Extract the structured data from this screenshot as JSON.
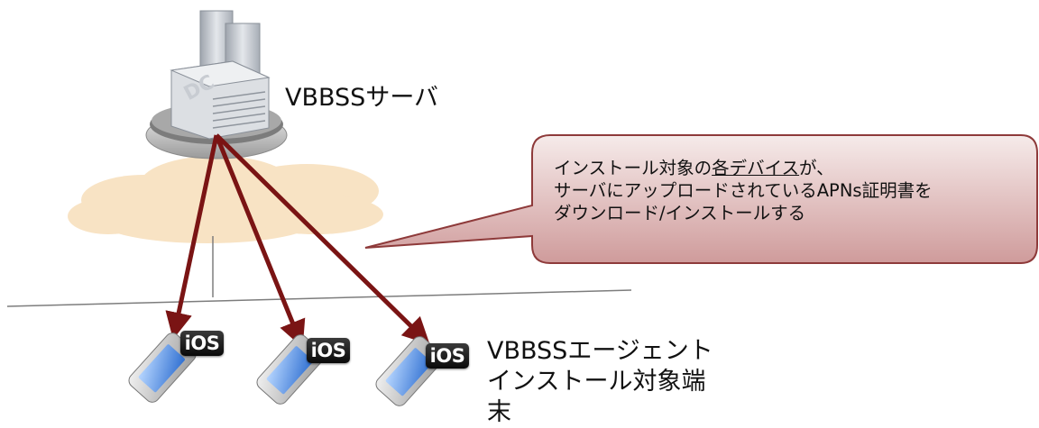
{
  "server": {
    "label": "VBBSSサーバ",
    "icon": "datacenter-server-icon",
    "dc_text": "DC"
  },
  "callout": {
    "line1_prefix": "インストール対象の",
    "line1_underlined": "各デバイス",
    "line1_suffix": "が、",
    "line2": "サーバにアップロードされているAPNs証明書を",
    "line3": "ダウンロード/インストールする"
  },
  "devices": [
    {
      "badge": "iOS",
      "icon": "smartphone-icon"
    },
    {
      "badge": "iOS",
      "icon": "smartphone-icon"
    },
    {
      "badge": "iOS",
      "icon": "smartphone-icon"
    }
  ],
  "agent": {
    "label": "VBBSSエージェント\nインストール対象端\n末"
  },
  "colors": {
    "arrow": "#7a1414",
    "callout_fill": "#d9a5a5",
    "callout_border": "#8e3a3a",
    "cloud": "#f8e3c4",
    "network_line": "#7d7d7d"
  }
}
